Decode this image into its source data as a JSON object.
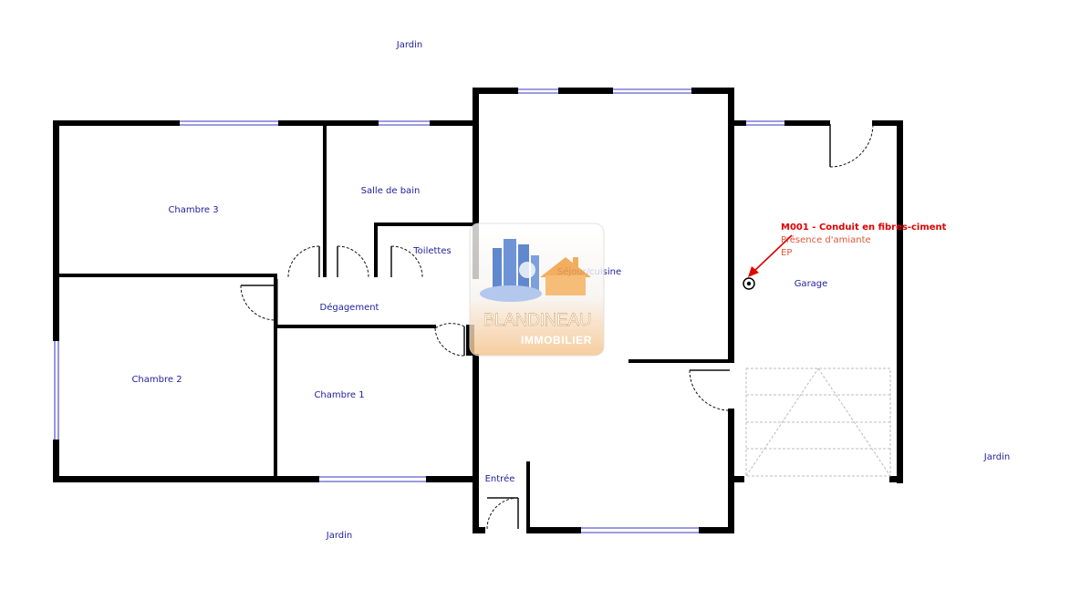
{
  "rooms": {
    "jardin_top": "Jardin",
    "jardin_bottom": "Jardin",
    "jardin_right": "Jardin",
    "chambre3": "Chambre 3",
    "salle_de_bain": "Salle de bain",
    "toilettes": "Toilettes",
    "sejour": "Séjour/cuisine",
    "degagement": "Dégagement",
    "chambre2": "Chambre 2",
    "chambre1": "Chambre 1",
    "entree": "Entrée",
    "garage": "Garage"
  },
  "marker": {
    "code": "M001 - Conduit en fibres-ciment",
    "line1": "Présence d'amiante",
    "line2": "EP",
    "color": "#e00000"
  },
  "logo": {
    "brand": "BLANDINEAU",
    "sub": "IMMOBILIER",
    "colors": {
      "blue": "#4a78c9",
      "orange": "#f2a24a"
    }
  }
}
